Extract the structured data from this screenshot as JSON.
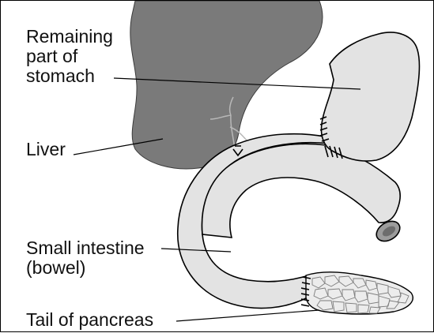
{
  "labels": {
    "stomach": "Remaining\npart of\nstomach",
    "liver": "Liver",
    "small_intestine": "Small intestine\n(bowel)",
    "pancreas": "Tail of pancreas"
  },
  "colors": {
    "liver": "#7a7a7a",
    "organ_fill": "#e3e3e3",
    "outline": "#000000"
  }
}
